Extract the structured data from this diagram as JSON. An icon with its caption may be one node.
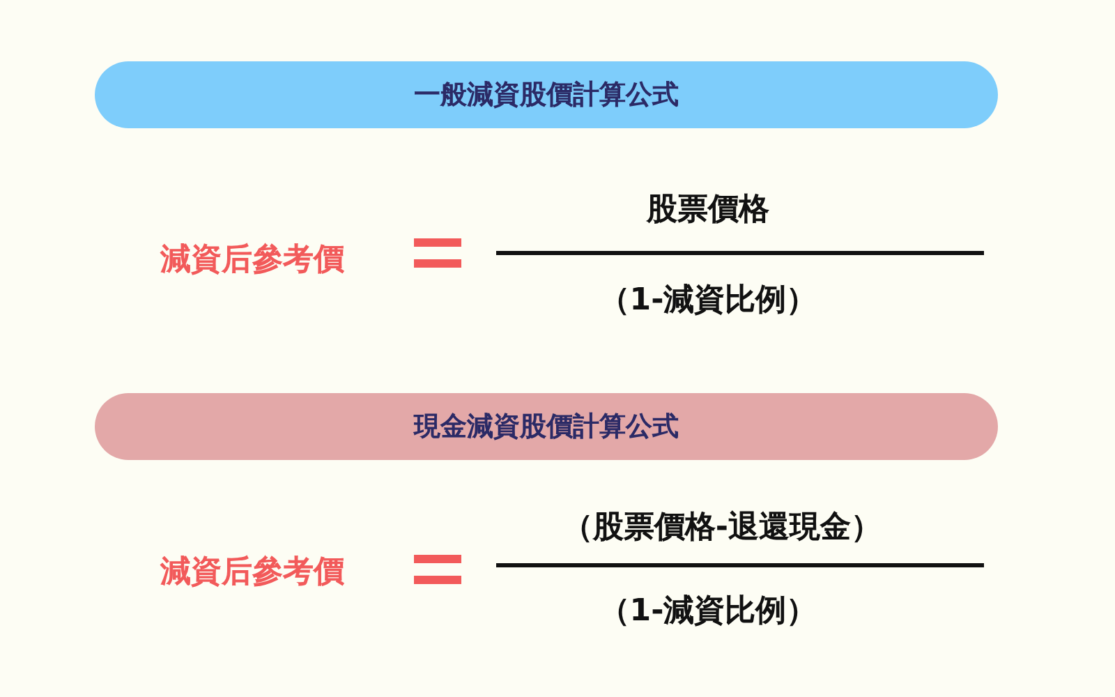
{
  "diagram": {
    "nodes": [
      {
        "text": [
          "一般減資股價計算公式"
        ]
      },
      {
        "text": [
          "現金減資股價計算公式"
        ]
      }
    ],
    "labels": [
      "減資后參考價",
      "股票價格",
      "（1-減資比例）",
      "減資后參考價",
      "（股票價格-退還現金）",
      "（1-減資比例）"
    ]
  }
}
